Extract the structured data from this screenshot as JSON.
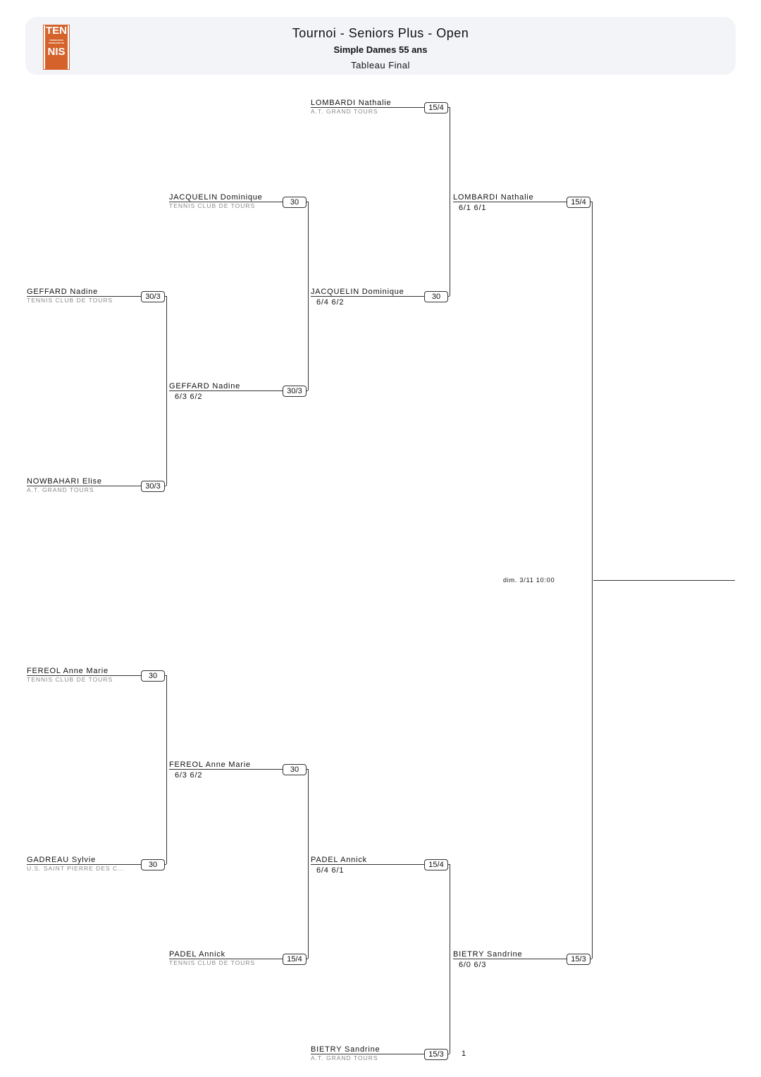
{
  "header": {
    "title": "Tournoi - Seniors Plus - Open",
    "subtitle": "Simple Dames 55 ans",
    "stage": "Tableau Final",
    "logo_text": "TENNIS"
  },
  "round1": [
    {
      "name": "GEFFARD Nadine",
      "club": "TENNIS CLUB DE TOURS",
      "rank": "30/3"
    },
    {
      "name": "NOWBAHARI Elise",
      "club": "A.T. GRAND TOURS",
      "rank": "30/3"
    },
    {
      "name": "FEREOL Anne Marie",
      "club": "TENNIS CLUB DE TOURS",
      "rank": "30"
    },
    {
      "name": "GADREAU Sylvie",
      "club": "U.S. SAINT PIERRE DES C...",
      "rank": "30"
    }
  ],
  "round2": [
    {
      "name": "JACQUELIN Dominique",
      "club": "TENNIS CLUB DE TOURS",
      "rank": "30"
    },
    {
      "name": "GEFFARD Nadine",
      "score": "6/3 6/2",
      "rank": "30/3"
    },
    {
      "name": "FEREOL Anne Marie",
      "score": "6/3 6/2",
      "rank": "30"
    },
    {
      "name": "PADEL Annick",
      "club": "TENNIS CLUB DE TOURS",
      "rank": "15/4"
    }
  ],
  "round3": [
    {
      "name": "LOMBARDI Nathalie",
      "club": "A.T. GRAND TOURS",
      "rank": "15/4"
    },
    {
      "name": "JACQUELIN Dominique",
      "score": "6/4 6/2",
      "rank": "30"
    },
    {
      "name": "PADEL Annick",
      "score": "6/4 6/1",
      "rank": "15/4"
    },
    {
      "name": "BIETRY Sandrine",
      "club": "A.T. GRAND TOURS",
      "rank": "15/3",
      "seed": "1"
    }
  ],
  "round4": [
    {
      "name": "LOMBARDI Nathalie",
      "score": "6/1 6/1",
      "rank": "15/4"
    },
    {
      "name": "BIETRY Sandrine",
      "score": "6/0 6/3",
      "rank": "15/3"
    }
  ],
  "final": {
    "schedule": "dim. 3/11 10:00"
  }
}
